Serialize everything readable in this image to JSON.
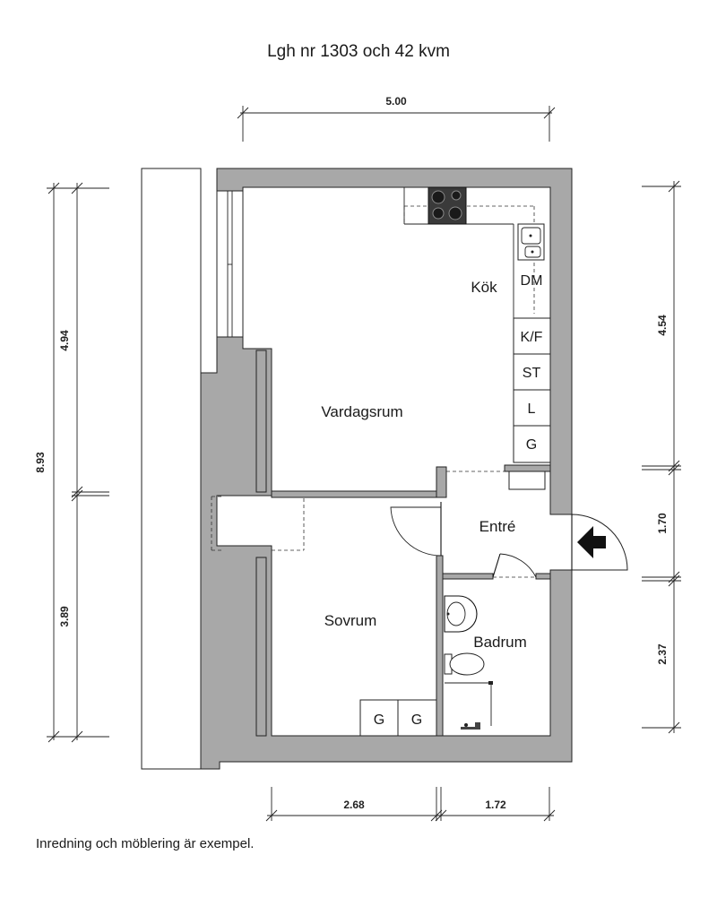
{
  "title": "Lgh nr 1303 och 42 kvm",
  "footnote": "Inredning och möblering är exempel.",
  "dimensions": {
    "top_width": "5.00",
    "left_total": "8.93",
    "left_upper": "4.94",
    "left_lower": "3.89",
    "right_upper": "4.54",
    "right_middle": "1.70",
    "right_lower": "2.37",
    "bottom_left": "2.68",
    "bottom_right": "1.72"
  },
  "rooms": {
    "kitchen": "Kök",
    "living": "Vardagsrum",
    "entry": "Entré",
    "bedroom": "Sovrum",
    "bathroom": "Badrum"
  },
  "appliances": {
    "dishwasher": "DM",
    "fridge_freezer": "K/F",
    "stove": "ST",
    "linen": "L",
    "wardrobe": "G",
    "bedroom_wardrobe_1": "G",
    "bedroom_wardrobe_2": "G"
  },
  "colors": {
    "wall": "#a8a8a8",
    "line": "#111111",
    "background": "#ffffff"
  }
}
